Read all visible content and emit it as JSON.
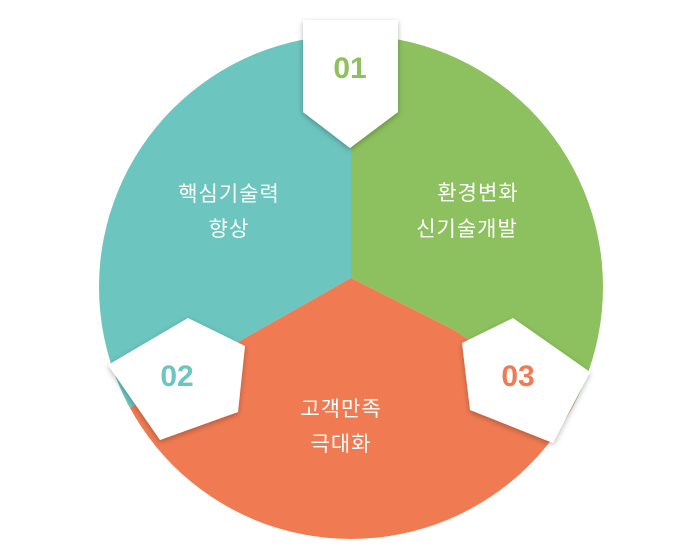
{
  "colors": {
    "teal": "#6CC5BF",
    "green": "#8DC15F",
    "orange": "#F07B53",
    "arrow_fill": "#ffffff"
  },
  "segments": [
    {
      "id": "01",
      "number": "01",
      "lines": [
        "환경변화",
        "신기술개발"
      ]
    },
    {
      "id": "02",
      "number": "02",
      "lines": [
        "핵심기술력",
        "향상"
      ]
    },
    {
      "id": "03",
      "number": "03",
      "lines": [
        "고객만족",
        "극대화"
      ]
    }
  ],
  "icons": {
    "arrow": "chevron-arrow-icon"
  }
}
